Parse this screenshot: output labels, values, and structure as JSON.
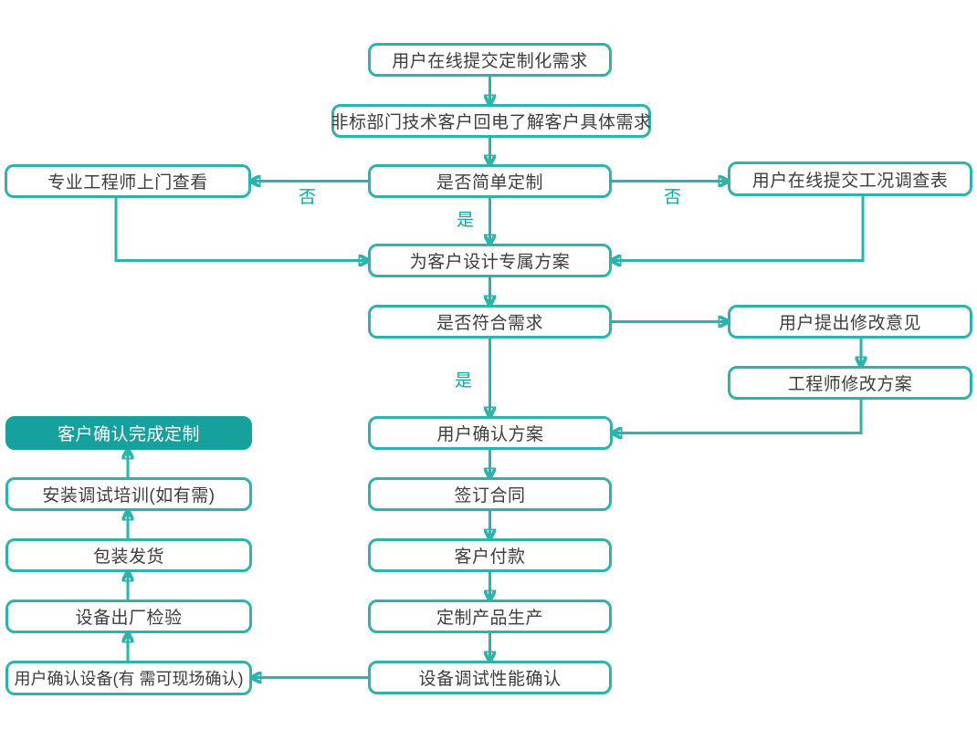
{
  "diagram": {
    "colors": {
      "accent": "#2BB3AC",
      "accent_fill": "#16A19D",
      "label": "#00ADA6",
      "text": "#3D3D3D",
      "background": "#FFFFFF"
    },
    "nodes": {
      "submit_request": "用户在线提交定制化需求",
      "callback": "非标部门技术客户回电了解客户具体需求",
      "engineer_visit": "专业工程师上门查看",
      "simple_custom": "是否简单定制",
      "survey_form": "用户在线提交工况调查表",
      "design_plan": "为客户设计专属方案",
      "meets_needs": "是否符合需求",
      "feedback": "用户提出修改意见",
      "revise_plan": "工程师修改方案",
      "confirm_plan": "用户确认方案",
      "sign_contract": "签订合同",
      "payment": "客户付款",
      "production": "定制产品生产",
      "debug_confirm": "设备调试性能确认",
      "device_confirm": "用户确认设备(有 需可现场确认)",
      "factory_inspection": "设备出厂检验",
      "shipping": "包装发货",
      "training": "安装调试培训(如有需)",
      "complete": "客户确认完成定制"
    },
    "edge_labels": {
      "no_left": "否",
      "no_right": "否",
      "yes_simple": "是",
      "yes_meets": "是"
    }
  }
}
